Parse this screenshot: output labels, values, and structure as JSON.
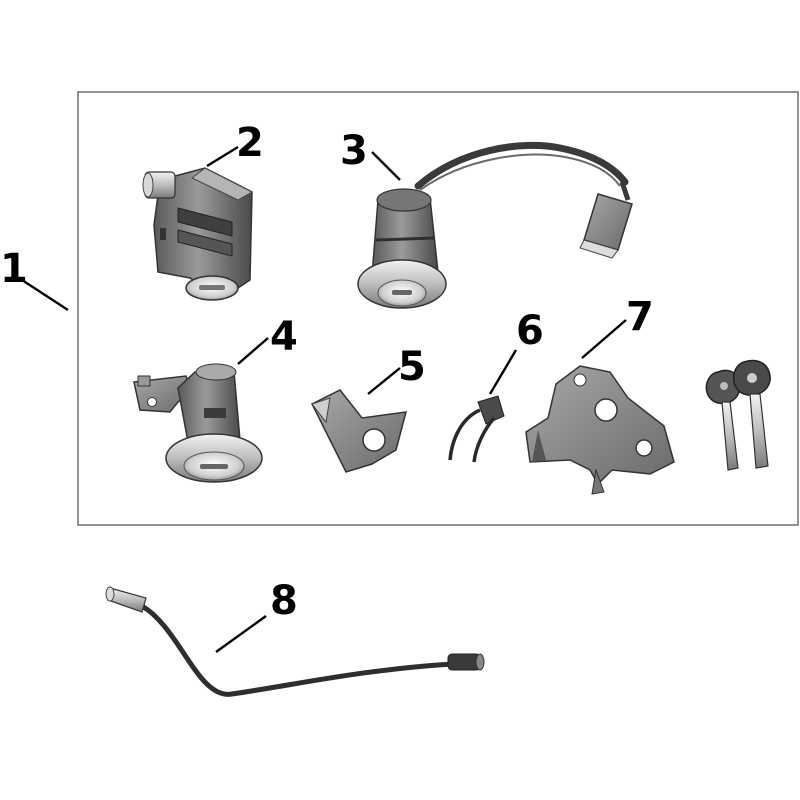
{
  "diagram": {
    "callouts": [
      {
        "id": "1",
        "label": "1"
      },
      {
        "id": "2",
        "label": "2"
      },
      {
        "id": "3",
        "label": "3"
      },
      {
        "id": "4",
        "label": "4"
      },
      {
        "id": "5",
        "label": "5"
      },
      {
        "id": "6",
        "label": "6"
      },
      {
        "id": "7",
        "label": "7"
      },
      {
        "id": "8",
        "label": "8"
      }
    ],
    "colors": {
      "frame": "#6e6e6e",
      "metal_dark": "#4a4a4a",
      "metal_mid": "#8a8a8a",
      "metal_light": "#c8c8c8",
      "chrome": "#e6e6e6",
      "cable": "#2e2e2e"
    }
  }
}
